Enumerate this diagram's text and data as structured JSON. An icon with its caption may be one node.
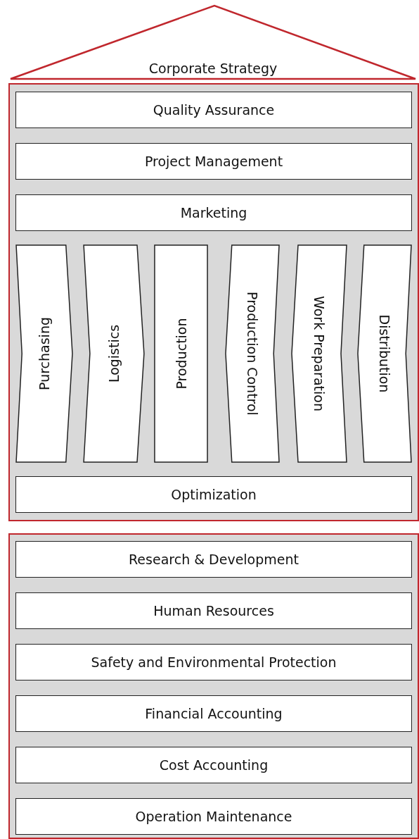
{
  "diagram": {
    "nodes": [
      {
        "text": [
          "Corporate Strategy"
        ]
      },
      {
        "text": [],
        "shape": "box"
      },
      {
        "text": [
          "Quality Assurance"
        ],
        "in": 1
      },
      {
        "text": [
          "Project Management"
        ],
        "in": 1
      },
      {
        "text": [
          "Marketing"
        ],
        "in": 1
      },
      {
        "text": [
          "Purchasing"
        ],
        "in": 1
      },
      {
        "text": [
          "Logistics"
        ],
        "in": 1
      },
      {
        "text": [
          "Production"
        ],
        "in": 1
      },
      {
        "text": [
          "Production Control"
        ],
        "in": 1
      },
      {
        "text": [
          "Work Preparation"
        ],
        "in": 1
      },
      {
        "text": [
          "Distribution"
        ],
        "in": 1
      },
      {
        "text": [
          "Optimization"
        ],
        "in": 1
      },
      {
        "text": [],
        "shape": "box"
      },
      {
        "text": [
          "Research & Development"
        ],
        "in": 12
      },
      {
        "text": [
          "Human Resources"
        ],
        "in": 12
      },
      {
        "text": [
          "Safety and Environmental Protection"
        ],
        "in": 12
      },
      {
        "text": [
          "Financial Accounting"
        ],
        "in": 12
      },
      {
        "text": [
          "Cost Accounting"
        ],
        "in": 12
      },
      {
        "text": [
          "Operation Maintenance"
        ],
        "in": 12
      }
    ],
    "edges": []
  }
}
